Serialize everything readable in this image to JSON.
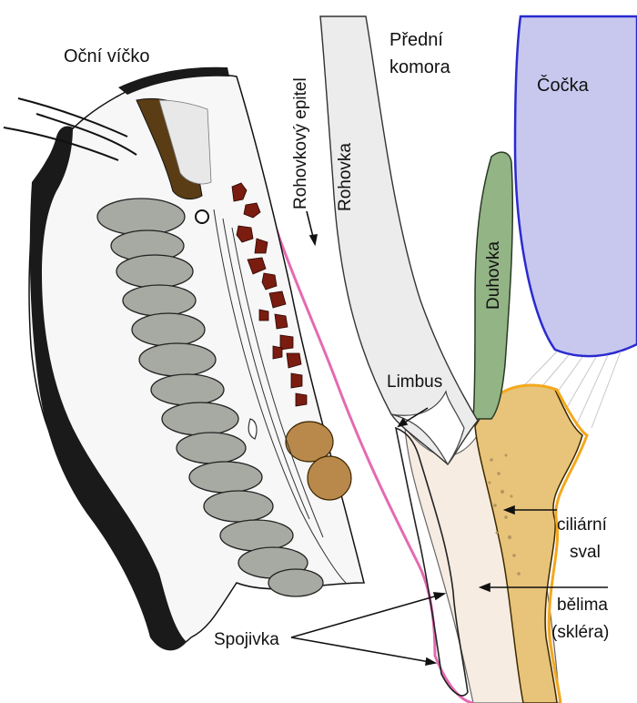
{
  "labels": {
    "eyelid": "Oční víčko",
    "corneal_epithelium": "Rohovkový epitel",
    "anterior_chamber_1": "Přední",
    "anterior_chamber_2": "komora",
    "lens": "Čočka",
    "cornea": "Rohovka",
    "iris": "Duhovka",
    "limbus": "Limbus",
    "ciliary_muscle_1": "ciliární",
    "ciliary_muscle_2": "sval",
    "sclera_1": "bělima",
    "sclera_2": "(skléra)",
    "conjunctiva": "Spojivka"
  },
  "colors": {
    "lens": "#c8c8ef",
    "iris": "#93b585",
    "cornea": "#ececec",
    "ciliary": "#e8c37a",
    "sclera": "#f6ece1",
    "conjunctiva": "#e46ab2",
    "tarsal_glands": "#a7aaa2",
    "pigment": "#7a1c10",
    "lid_skin": "#1a1a1a"
  }
}
